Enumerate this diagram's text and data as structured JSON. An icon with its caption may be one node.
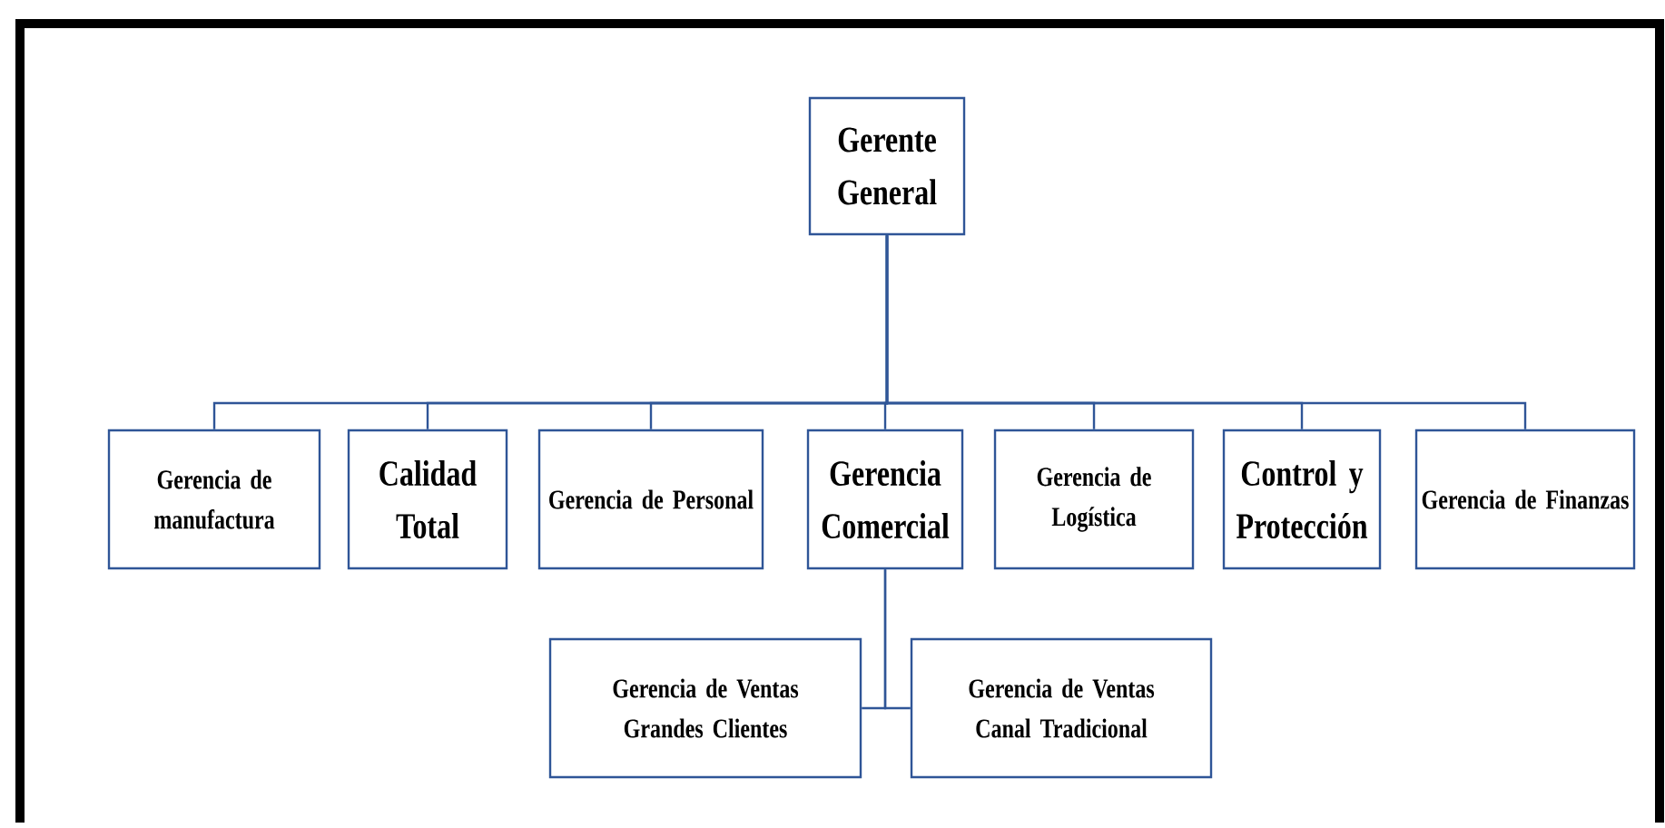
{
  "diagram": {
    "nodes": [
      {
        "text": [
          "Gerente General"
        ]
      },
      {
        "text": [
          "Gerencia de manufactura"
        ]
      },
      {
        "text": [
          "Calidad Total"
        ]
      },
      {
        "text": [
          "Gerencia de Personal"
        ]
      },
      {
        "text": [
          "Gerencia Comercial"
        ]
      },
      {
        "text": [
          "Gerencia de Logística"
        ]
      },
      {
        "text": [
          "Control y Protección"
        ]
      },
      {
        "text": [
          "Gerencia de Finanzas"
        ]
      },
      {
        "text": [
          "Gerencia de Ventas Grandes Clientes"
        ]
      },
      {
        "text": [
          "Gerencia de Ventas Canal Tradicional"
        ]
      }
    ],
    "edges": [
      {
        "from": 0,
        "to": 1,
        "arrow": "none"
      },
      {
        "from": 0,
        "to": 2,
        "arrow": "none"
      },
      {
        "from": 0,
        "to": 3,
        "arrow": "none"
      },
      {
        "from": 0,
        "to": 4,
        "arrow": "none"
      },
      {
        "from": 0,
        "to": 5,
        "arrow": "none"
      },
      {
        "from": 0,
        "to": 6,
        "arrow": "none"
      },
      {
        "from": 0,
        "to": 7,
        "arrow": "none"
      },
      {
        "from": 4,
        "to": 8,
        "arrow": "none"
      },
      {
        "from": 4,
        "to": 9,
        "arrow": "none"
      }
    ]
  }
}
